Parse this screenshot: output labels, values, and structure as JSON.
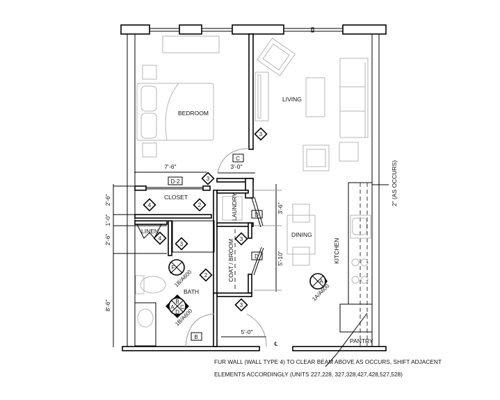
{
  "rooms": {
    "bedroom": "BEDROOM",
    "living": "LIVING",
    "closet": "CLOSET",
    "laundry": "LAUNDRY",
    "linen": "LINEN",
    "dining": "DINING",
    "kitchen": "KITCHEN",
    "coat_broom": "COAT / BROOM",
    "bath": "BATH",
    "pantry": "PANTRY"
  },
  "dimensions": {
    "d1": "7'-6\"",
    "d2": "3'-0\"",
    "d3": "2'-6\"",
    "d4": "1'-0\"",
    "d5": "2'-6\"",
    "d6": "8'-6\"",
    "d7": "3'-6\"",
    "d8": "5'-10\"",
    "d9": "5'-0\"",
    "d10": "2\" (AS OCCURS)"
  },
  "door_tags": {
    "c": "C",
    "d2": "D-2",
    "d_laundry": "D",
    "d_coat": "D",
    "b": "B"
  },
  "wall_tags": {
    "t1": "3",
    "t2": "3",
    "t3": "3",
    "t4": "3",
    "t5": "3",
    "t6": "4",
    "t7": "4",
    "t8": "2",
    "t9": "2"
  },
  "section_markers": {
    "bath_f": {
      "letter": "F",
      "ref": "1B/A600"
    },
    "kitchen_a": {
      "letter": "A",
      "ref": "1A/A600"
    },
    "bath_abcd": {
      "a": "A",
      "b": "B",
      "c": "C",
      "d": "D",
      "ref": "1B/A600"
    }
  },
  "centerline_symbol": "℄",
  "note": {
    "line1": "FUR WALL (WALL TYPE 4) TO CLEAR BEAM ABOVE AS OCCURS, SHIFT ADJACENT",
    "line2": "ELEMENTS ACCORDINGLY (UNITS 227,228, 327,328,427,428,527,528)"
  }
}
